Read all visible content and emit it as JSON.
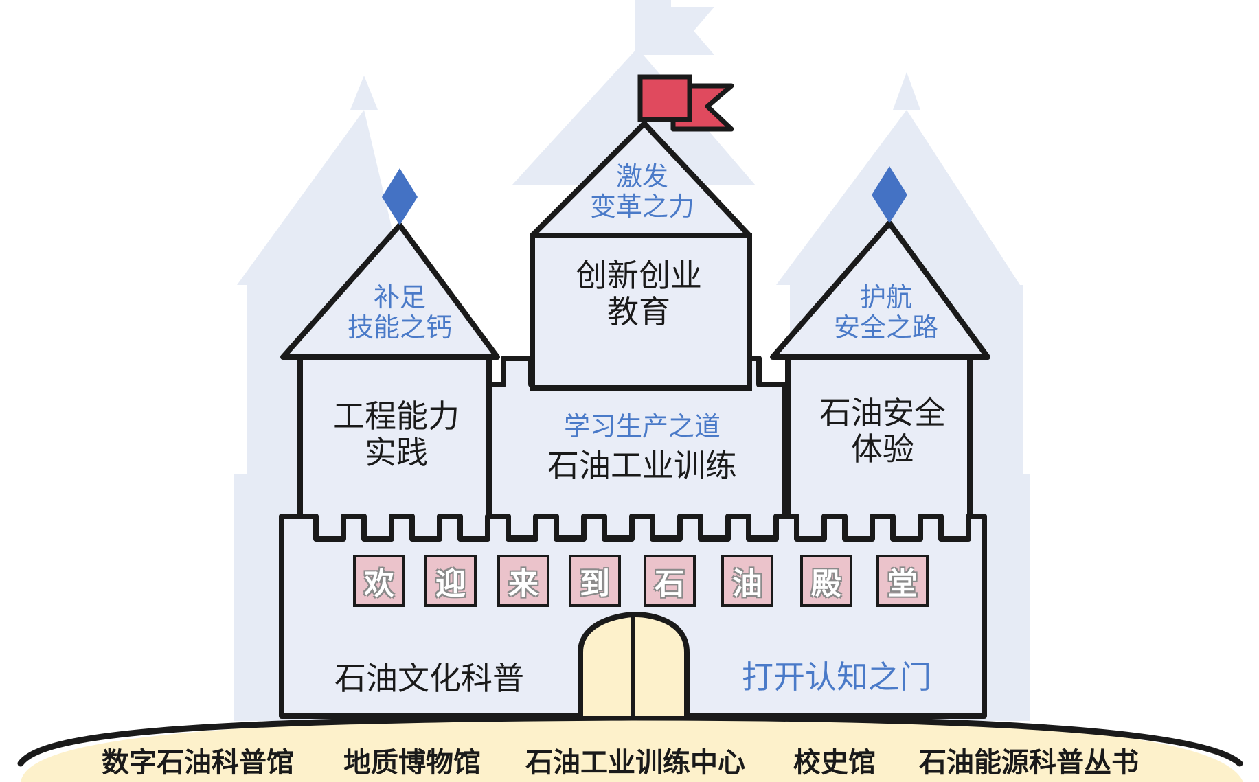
{
  "roofs": {
    "left": {
      "line1": "补足",
      "line2": "技能之钙"
    },
    "center": {
      "line1": "激发",
      "line2": "变革之力"
    },
    "right": {
      "line1": "护航",
      "line2": "安全之路"
    }
  },
  "top_box": {
    "line1": "创新创业",
    "line2": "教育"
  },
  "left_tower": {
    "line1": "工程能力",
    "line2": "实践"
  },
  "right_tower": {
    "line1": "石油安全",
    "line2": "体验"
  },
  "middle": {
    "subtitle": "学习生产之道",
    "title": "石油工业训练"
  },
  "welcome_tiles": [
    "欢",
    "迎",
    "来",
    "到",
    "石",
    "油",
    "殿",
    "堂"
  ],
  "bottom_wall": {
    "left_text": "石油文化科普",
    "right_text": "打开认知之门"
  },
  "foundation_items": [
    "数字石油科普馆",
    "地质博物馆",
    "石油工业训练中心",
    "校史馆",
    "石油能源科普丛书"
  ],
  "colors": {
    "wall": "#e9edf7",
    "outline": "#1a1a1a",
    "flag": "#e04a5e",
    "diamond": "#4472c4",
    "ground": "#fdf1cb",
    "door": "#fdf1cb",
    "tile": "#ebc3cb",
    "accent_text": "#4a7ac8"
  }
}
